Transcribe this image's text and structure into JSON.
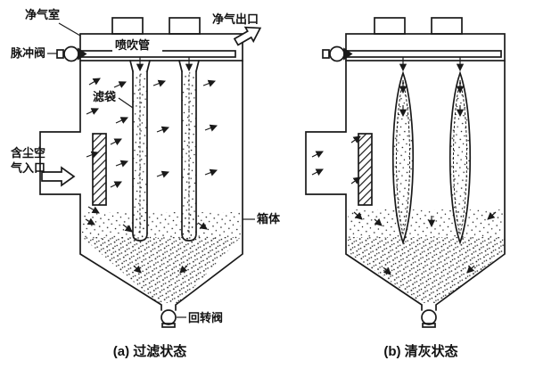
{
  "figure": {
    "description": "Pulse-jet bag filter dust collector diagram, two states"
  },
  "labels": {
    "clean_gas_chamber": "净气室",
    "blow_pipe": "喷吹管",
    "clean_gas_outlet": "净气出口",
    "pulse_valve": "脉冲阀",
    "filter_bag": "滤袋",
    "inlet_line1": "含尘空",
    "inlet_line2": "气入口",
    "casing": "箱体",
    "rotary_valve": "回转阀"
  },
  "captions": {
    "a": "(a) 过滤状态",
    "b": "(b) 清灰状态"
  },
  "colors": {
    "ink": "#1a1a1a",
    "background": "#ffffff"
  }
}
